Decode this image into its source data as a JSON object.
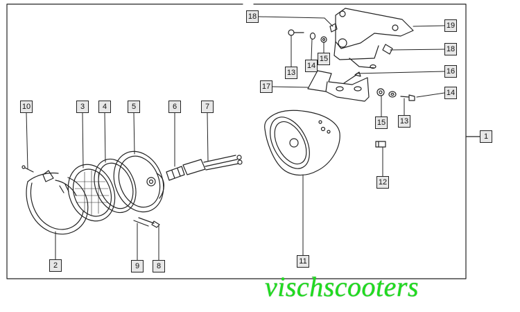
{
  "diagram": {
    "callouts": {
      "c1": "1",
      "c2": "2",
      "c3": "3",
      "c4": "4",
      "c5": "5",
      "c6": "6",
      "c7": "7",
      "c8": "8",
      "c9": "9",
      "c10": "10",
      "c11": "11",
      "c12": "12",
      "c13a": "13",
      "c13b": "13",
      "c14a": "14",
      "c14b": "14",
      "c15a": "15",
      "c15b": "15",
      "c16": "16",
      "c17": "17",
      "c18a": "18",
      "c18b": "18",
      "c19": "19"
    },
    "watermark": "vischscooters"
  },
  "colors": {
    "line": "#222222",
    "label_bg": "#e7e7e7",
    "watermark": "#1fdc1f"
  }
}
